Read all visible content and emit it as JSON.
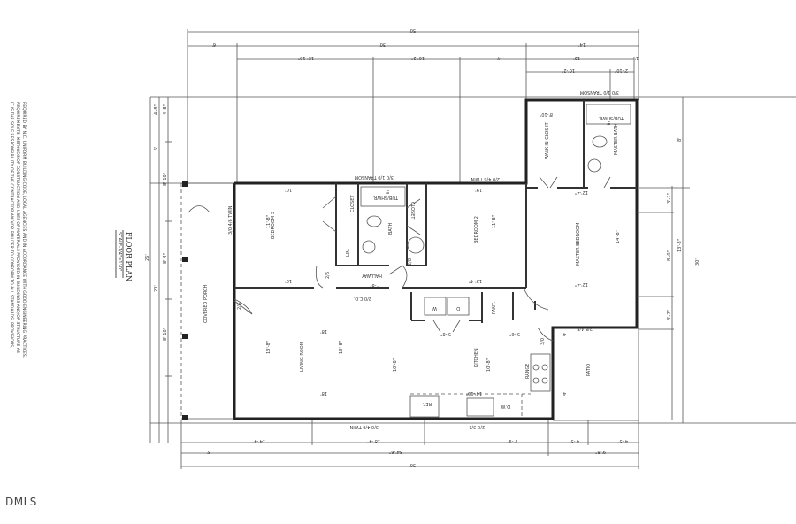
{
  "title": "FLOOR PLAN",
  "scale": "SCALE-1/4\"=1'-0\"",
  "note_lines": [
    "IT IS THE SOLE RESPONSIBILITY OF THE CONTRACTOR AND/OR BUILDER TO CONFORM TO ALL STANDARDS, PROVISIONS,",
    "REQUIREMENTS, METHODS OF CONSTRUCTION AND USES OF MATERIALS PROVIDED IN BUILDINGS AND/OR STRUCTURE AS",
    "REQUIRED BY N.C. UNIFORM BUILDING CODE, LOCAL AGENCIES AND IN ACCORDANCE WITH GOOD ENGINEERING PRACTICES."
  ],
  "watermark": "DMLS",
  "rooms": {
    "bedroom3": "BEDROOM 3",
    "bedroom2": "BEDROOM 2",
    "master_bedroom": "MASTER BEDROOM",
    "master_bath": "MASTER BATH",
    "walkin_closet": "WALK-IN CLOSET",
    "bath": "BATH",
    "hallway": "HALLWAY",
    "living_room": "LIVING ROOM",
    "kitchen": "KITCHEN",
    "patio": "PATIO",
    "covered_porch": "COVERED PORCH",
    "closet": "CLOSET",
    "linen": "LIN.",
    "pantry": "PANT.",
    "range": "RANGE",
    "ref": "REF.",
    "dw": "D.W.",
    "washer": "W",
    "dryer": "D",
    "tub": "TUB/SHWR.",
    "tub2": "TUB/SHWR."
  },
  "openings": {
    "transom1": "3/0 1/0 TRANSOM",
    "transom2": "3/0 1/0 TRANSOM",
    "twin_top": "2/0 4/6 TWIN",
    "co": "2/0 C.O.",
    "twin_bottom": "3/0 4/6 TWIN",
    "window_kitchen": "2/0 3/2",
    "window_patio": "2/8 4/8",
    "twin_left": "3/0 4/6 TWIN",
    "door_26a": "2/6",
    "door_26b": "2/6",
    "door_28": "2/8",
    "door_30": "3/0"
  },
  "dimensions": {
    "top": [
      "50'",
      "6'",
      "30'",
      "14'",
      "15'-10\"",
      "10'-2\"",
      "4'",
      "12'",
      "1'",
      "10'-2\"",
      "2'-10\""
    ],
    "bottom": [
      "14'-4\"",
      "18'-4\"",
      "7'-9\"",
      "4'-5\"",
      "4'-5\"",
      "34'-6\"",
      "9'-8\"",
      "50'",
      "6'"
    ],
    "interior": [
      "10'",
      "10'",
      "19'",
      "12'-4\"",
      "12'-4\"",
      "12'-4\"",
      "8'-10\"",
      "5'",
      "5'",
      "7'-8\"",
      "18'",
      "18'",
      "14'-10\"",
      "5'-6\"",
      "5'-8\"",
      "4'",
      "4'",
      "11'-8\"",
      "11'-8\"",
      "14'-8\"",
      "13'-8\"",
      "13'-8\"",
      "10'-8\"",
      "10'-8\""
    ],
    "left": [
      "4'-8\"",
      "4'-8\"",
      "8'-10\"",
      "8'-4\"",
      "8'-10\"",
      "6'",
      "26'",
      "20'"
    ],
    "right": [
      "3'-2\"",
      "8'-0\"",
      "3'-2\"",
      "13'-8\"",
      "8'",
      "30'"
    ]
  }
}
